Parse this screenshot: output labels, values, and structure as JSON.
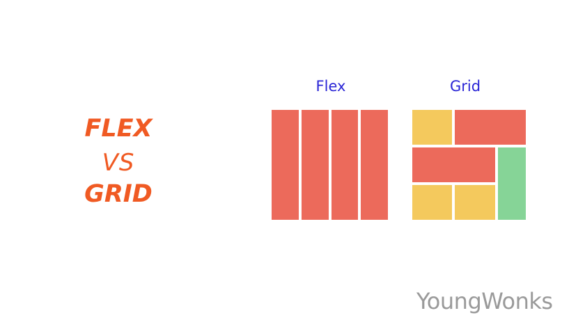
{
  "title": {
    "line1": "FLEX",
    "line2": "VS",
    "line3": "GRID"
  },
  "flex_diagram": {
    "label": "Flex"
  },
  "grid_diagram": {
    "label": "Grid"
  },
  "watermark": "YoungWonks",
  "colors": {
    "title": "#f05a23",
    "label": "#2a25d6",
    "red_block": "#ec6a5b",
    "yellow_block": "#f4c95d",
    "green_block": "#86d497",
    "watermark": "#9a9a9a"
  }
}
